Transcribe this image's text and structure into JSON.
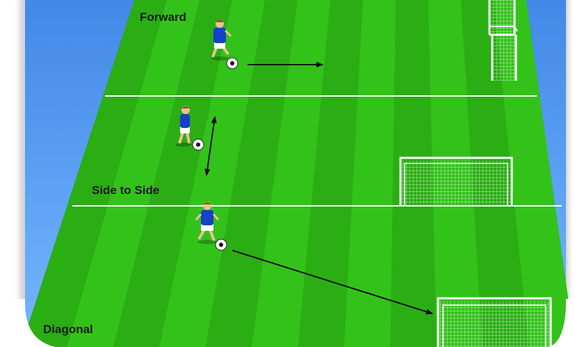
{
  "drills": [
    {
      "id": "forward",
      "label": "Forward"
    },
    {
      "id": "side",
      "label": "Side to Side"
    },
    {
      "id": "diagonal",
      "label": "Diagonal"
    }
  ],
  "colors": {
    "frame": "#ffffff",
    "sky_top": "#3f86e6",
    "sky_bottom": "#6db0ff",
    "grass_light": "#33c21a",
    "grass_dark": "#1f9a0c",
    "line": "#ffffff",
    "shirt": "#1540c8",
    "shorts": "#ffffff",
    "skin": "#f0c090",
    "arrow": "#000000"
  },
  "icons": {
    "player": "soccer-player-icon",
    "ball": "soccer-ball-icon",
    "goal": "soccer-goal-icon"
  }
}
